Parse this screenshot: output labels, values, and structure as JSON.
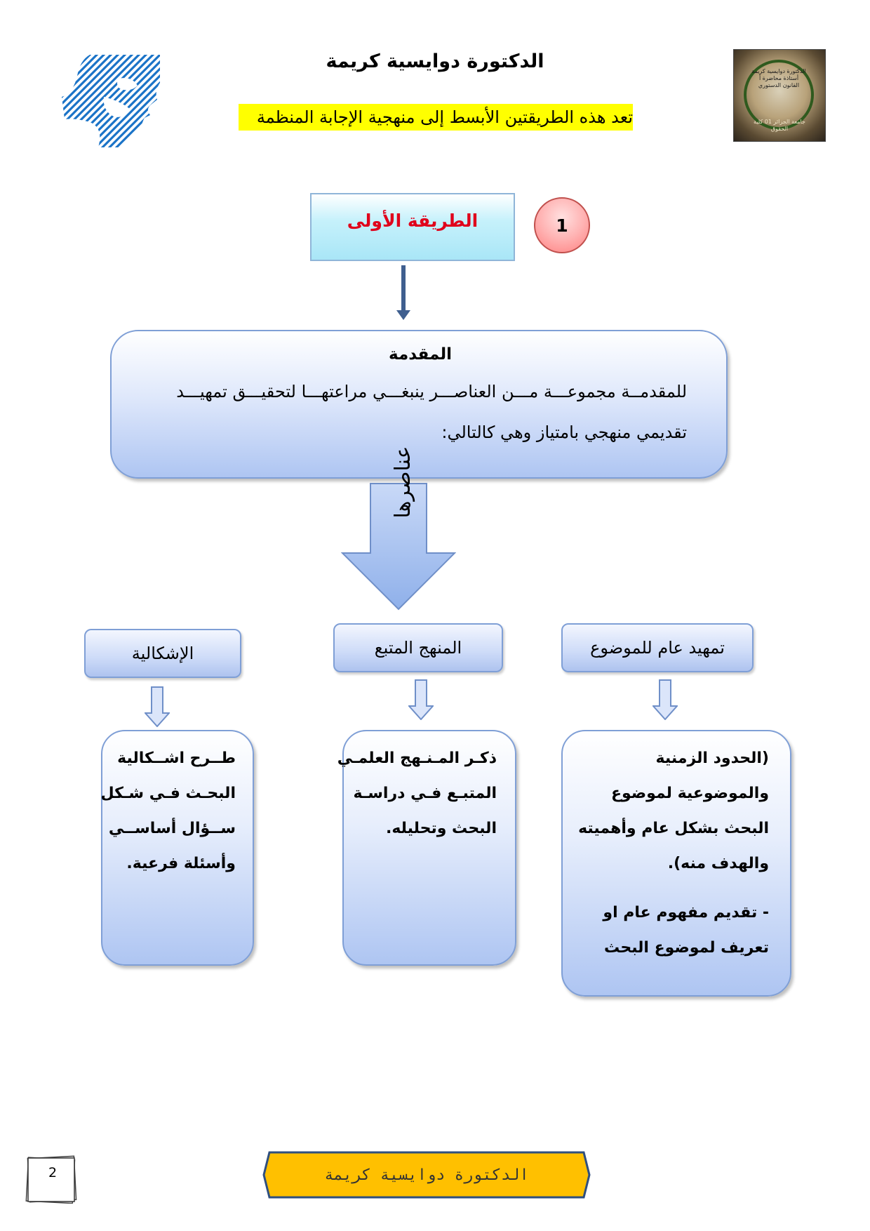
{
  "header": {
    "author": "الدكتورة دوايسية كريمة",
    "subtitle": "تعد هذه الطريقتين الأبسط إلى منهجية الإجابة المنظمة"
  },
  "badge": {
    "top_text": "الدكتورة دوايسية كريمة أستاذة محاضرة أ القانون الدستوري",
    "bottom_text": "جامعة الجزائر 01 كلية الحقوق"
  },
  "method": {
    "number": "1",
    "label": "الطريقة الأولى"
  },
  "intro": {
    "title": "المقدمة",
    "line1": "للمقدمــة مجموعـــة مـــن العناصـــر ينبغـــي مراعتهـــا لتحقيـــق تمهيـــد",
    "line2": "تقديمي منهجي بامتياز وهي كالتالي:"
  },
  "arrow_label": "عناصرها",
  "columns": [
    {
      "category": "تمهيد عام للموضوع",
      "details": [
        "(الحدود الزمنية",
        "والموضوعية لموضوع",
        "البحث بشكل عام وأهميته",
        "والهدف منه)."
      ],
      "bullet": [
        "-  تقديم مفهوم عام او",
        "تعريف لموضوع البحث"
      ]
    },
    {
      "category": "المنهج المتبع",
      "details": [
        "ذكـر المـنـهج العلمـي",
        "المتبـع فـي دراسـة",
        "البحث وتحليله."
      ]
    },
    {
      "category": "الإشكالية",
      "details": [
        "طــرح اشــكالية",
        "البحـث فـي شـكل",
        "ســؤال أساســي",
        "وأسئلة فرعية."
      ]
    }
  ],
  "footer": {
    "banner_text": "الدكتورة دوايسية كريمة",
    "page_number": "2"
  },
  "colors": {
    "highlight": "#ffff00",
    "method_label": "#e0001b",
    "box_border": "#7f9fd6",
    "footer_banner": "#ffc000"
  }
}
